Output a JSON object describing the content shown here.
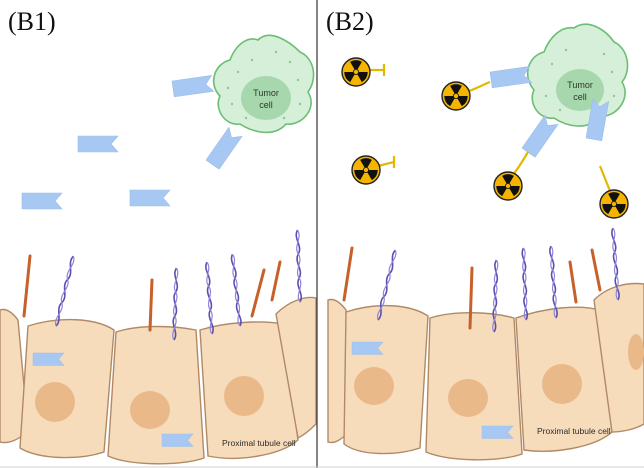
{
  "panels": [
    {
      "label": "(B1)",
      "tumor_label_line1": "Tumor",
      "tumor_label_line2": "cell",
      "cell_label": "Proximal tubule cell"
    },
    {
      "label": "(B2)",
      "tumor_label_line1": "Tumor",
      "tumor_label_line2": "cell",
      "cell_label": "Proximal tubule cell"
    }
  ],
  "colors": {
    "cell_fill": "#f7dcbc",
    "cell_stroke": "#b08a66",
    "nucleus": "#e9b98a",
    "tumor_fill": "#d6efd9",
    "tumor_stroke": "#6cbd74",
    "tumor_nucleus": "#9fd3a5",
    "antibody": "#a6c8f2",
    "radio_fill": "#f4b400",
    "linker": "#e3b800",
    "cilium": "#c8602c",
    "megalin": "#7a6bc4"
  },
  "icons": {
    "radionuclide": "radiation-trefoil-icon",
    "antibody_fragment": "notched-fragment-icon"
  }
}
